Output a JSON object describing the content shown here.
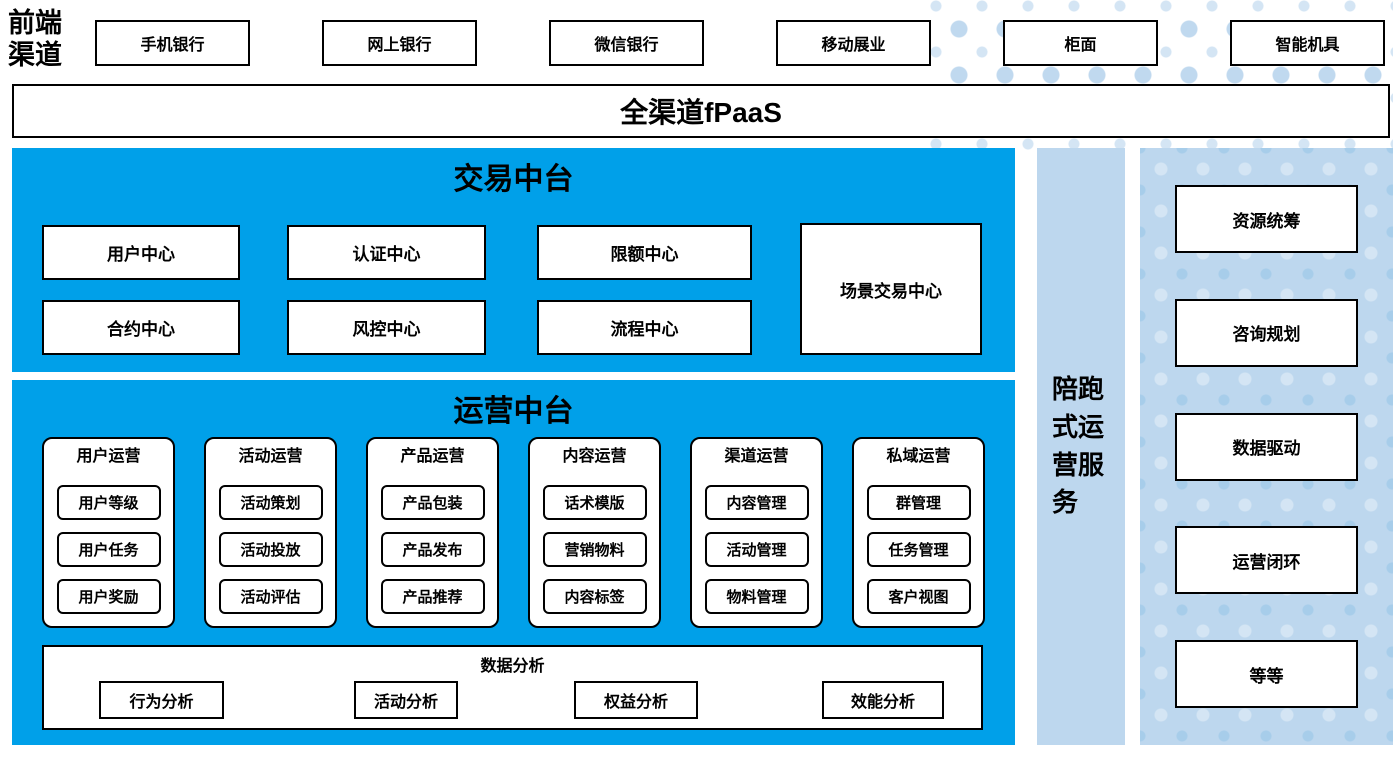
{
  "colors": {
    "platform_blue": "#00A0E9",
    "light_blue": "#BDD7EE"
  },
  "front_channels": {
    "label": "前端\n渠道",
    "items": [
      "手机银行",
      "网上银行",
      "微信银行",
      "移动展业",
      "柜面",
      "智能机具"
    ]
  },
  "fpaas_bar": {
    "label": "全渠道fPaaS"
  },
  "transaction_platform": {
    "title": "交易中台",
    "grid_items": [
      "用户中心",
      "认证中心",
      "限额中心",
      "合约中心",
      "风控中心",
      "流程中心"
    ],
    "scenario_center": "场景交易中心"
  },
  "operations_platform": {
    "title": "运营中台",
    "groups": [
      {
        "title": "用户运营",
        "items": [
          "用户等级",
          "用户任务",
          "用户奖励"
        ]
      },
      {
        "title": "活动运营",
        "items": [
          "活动策划",
          "活动投放",
          "活动评估"
        ]
      },
      {
        "title": "产品运营",
        "items": [
          "产品包装",
          "产品发布",
          "产品推荐"
        ]
      },
      {
        "title": "内容运营",
        "items": [
          "话术模版",
          "营销物料",
          "内容标签"
        ]
      },
      {
        "title": "渠道运营",
        "items": [
          "内容管理",
          "活动管理",
          "物料管理"
        ]
      },
      {
        "title": "私域运营",
        "items": [
          "群管理",
          "任务管理",
          "客户视图"
        ]
      }
    ],
    "data_analysis": {
      "title": "数据分析",
      "items": [
        "行为分析",
        "活动分析",
        "权益分析",
        "效能分析"
      ]
    }
  },
  "side_strip": {
    "label": "陪跑式运营服务"
  },
  "right_panel": {
    "items": [
      "资源统筹",
      "咨询规划",
      "数据驱动",
      "运营闭环",
      "等等"
    ]
  }
}
